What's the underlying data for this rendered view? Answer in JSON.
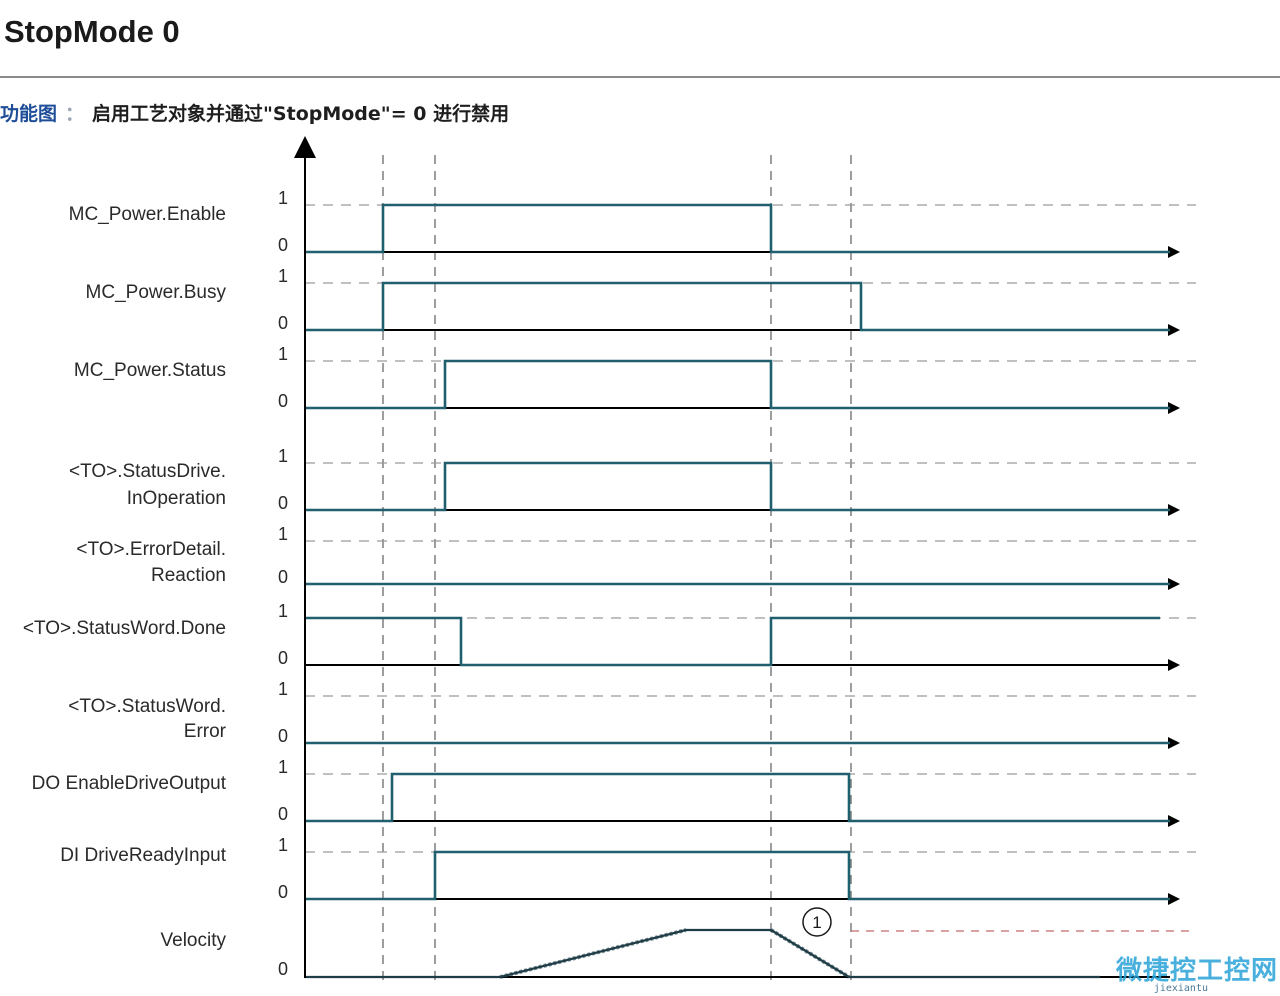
{
  "page": {
    "title": "StopMode 0",
    "caption_label": "功能图",
    "caption_sep": "：",
    "caption_text": "启用工艺对象并通过\"StopMode\"= 0 进行禁用"
  },
  "levels": {
    "high": "1",
    "low": "0"
  },
  "colors": {
    "signal": "#1f5f6e",
    "axis": "#000000",
    "guide": "#6a6a6a",
    "dash": "#9a9a9a"
  },
  "signals": [
    {
      "name_lines": [
        "MC_Power.Enable"
      ],
      "initial": 0,
      "edges": [
        383,
        771
      ]
    },
    {
      "name_lines": [
        "MC_Power.Busy"
      ],
      "initial": 0,
      "edges": [
        383,
        861
      ]
    },
    {
      "name_lines": [
        "MC_Power.Status"
      ],
      "initial": 0,
      "edges": [
        445,
        771
      ]
    },
    {
      "name_lines": [
        "<TO>.StatusDrive.",
        "InOperation"
      ],
      "initial": 0,
      "edges": [
        445,
        771
      ]
    },
    {
      "name_lines": [
        "<TO>.ErrorDetail.",
        "Reaction"
      ],
      "initial": 0,
      "edges": []
    },
    {
      "name_lines": [
        "<TO>.StatusWord.Done"
      ],
      "initial": 1,
      "edges": [
        461,
        771
      ]
    },
    {
      "name_lines": [
        "<TO>.StatusWord.",
        "Error"
      ],
      "initial": 0,
      "edges": []
    },
    {
      "name_lines": [
        "DO EnableDriveOutput"
      ],
      "initial": 0,
      "edges": [
        392,
        849
      ]
    },
    {
      "name_lines": [
        "DI DriveReadyInput"
      ],
      "initial": 0,
      "edges": [
        435,
        849
      ]
    }
  ],
  "velocity": {
    "name": "Velocity",
    "low_label": "0",
    "profile": [
      [
        0,
        0
      ],
      [
        0.5,
        0
      ],
      [
        0.6,
        0
      ],
      [
        1,
        1
      ],
      [
        1,
        1
      ],
      [
        0.8,
        0
      ]
    ]
  },
  "annotation": {
    "label": "1"
  },
  "watermark": {
    "main": "微捷控工控网",
    "sub": "jiexiantu"
  }
}
